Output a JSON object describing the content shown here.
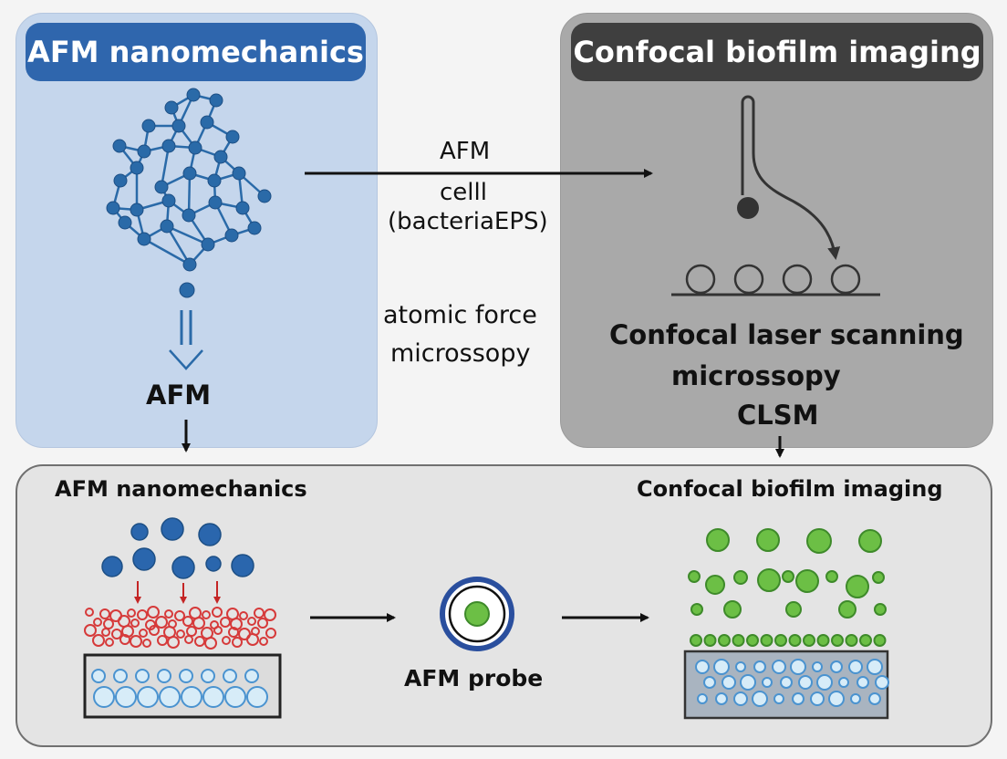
{
  "afm_panel": {
    "title": "AFM nanomechanics",
    "label": "AFM"
  },
  "confocal_panel": {
    "title": "Confocal biofilm imaging",
    "caption_line1": "Confocal laser scanning",
    "caption_line2": "microssopy",
    "caption_line3": "CLSM"
  },
  "middle": {
    "arrow_line1": "AFM",
    "arrow_line2": "celll",
    "arrow_line3": "(bacteriaEPS)",
    "text_line1": "atomic force",
    "text_line2": "microssopy"
  },
  "bottom": {
    "left_title": "AFM nanomechanics",
    "right_title": "Confocal biofilm imaging",
    "probe_label": "AFM probe"
  },
  "colors": {
    "afm_blue": "#2f66ad",
    "network_blue": "#2a6aa8",
    "dark_pill": "#3f3f3f",
    "eps_red": "#d63a3a",
    "cell_green": "#6cbf45",
    "substrate_blue": "#4a93d0"
  }
}
